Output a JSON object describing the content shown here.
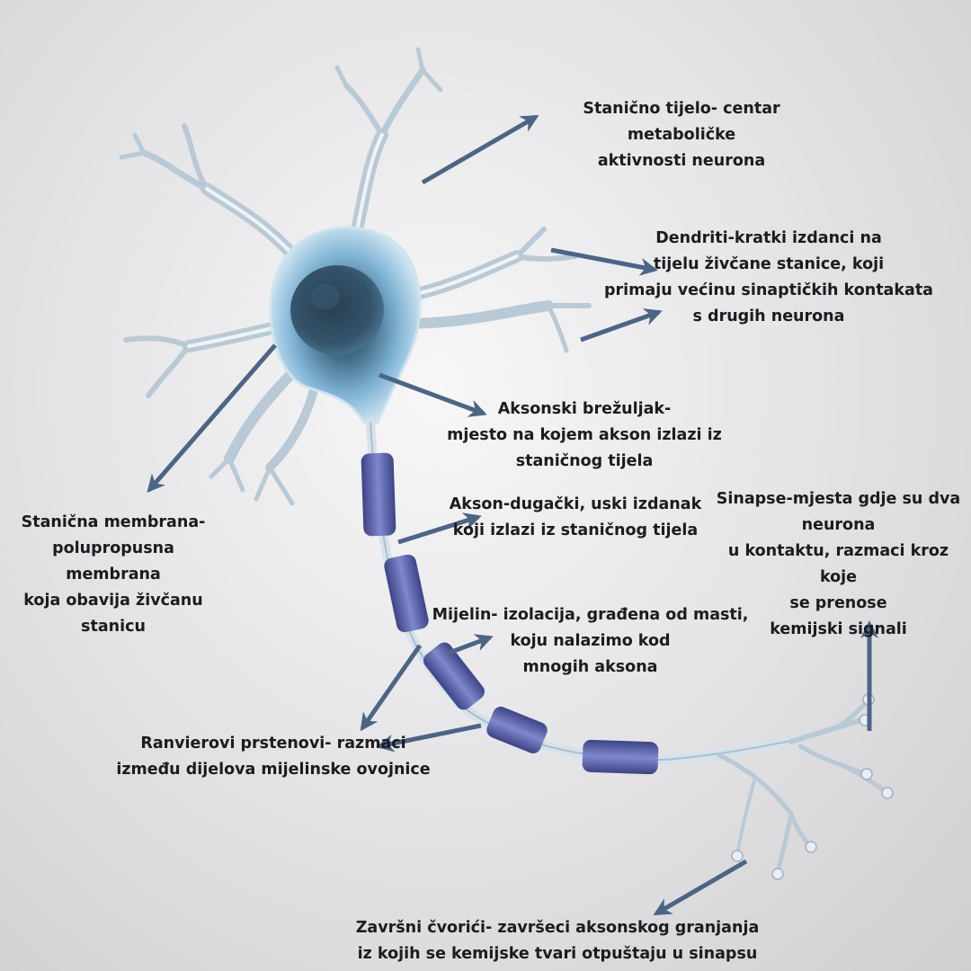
{
  "labels": {
    "cell_body": "Stanično tijelo- centar\nmetaboličke\naktivnosti neurona",
    "dendrites": "Dendriti-kratki izdanci na\ntijelu živčane stanice, koji\nprimaju većinu sinaptičkih kontakata\ns drugih neurona",
    "axon_hillock": "Aksonski brežuljak-\nmjesto na kojem akson izlazi iz\nstaničnog tijela",
    "axon": "Akson-dugački, uski izdanak\nkoji izlazi iz staničnog tijela",
    "synapse": "Sinapse-mjesta gdje su dva\nneurona\nu kontaktu, razmaci kroz koje\nse prenose\nkemijski signali",
    "cell_membrane": "Stanična membrana-\npolupropusna\nmembrana\nkoja obavija živčanu\nstanicu",
    "myelin": "Mijelin- izolacija, građena od masti,\nkoju nalazimo kod\nmnogih aksona",
    "ranvier": "Ranvierovi prstenovi- razmaci\nizmeđu dijelova mijelinske ovojnice",
    "terminals": "Završni čvorići- završeci aksonskog granjanja\niz kojih se kemijske tvari otpuštaju u sinapsu"
  },
  "colors": {
    "arrow": "#4d6584",
    "myelin": "#5a63a8",
    "cell_body": "#6f9fc2",
    "nucleus": "#2f4a60",
    "text": "#1c1c20"
  }
}
